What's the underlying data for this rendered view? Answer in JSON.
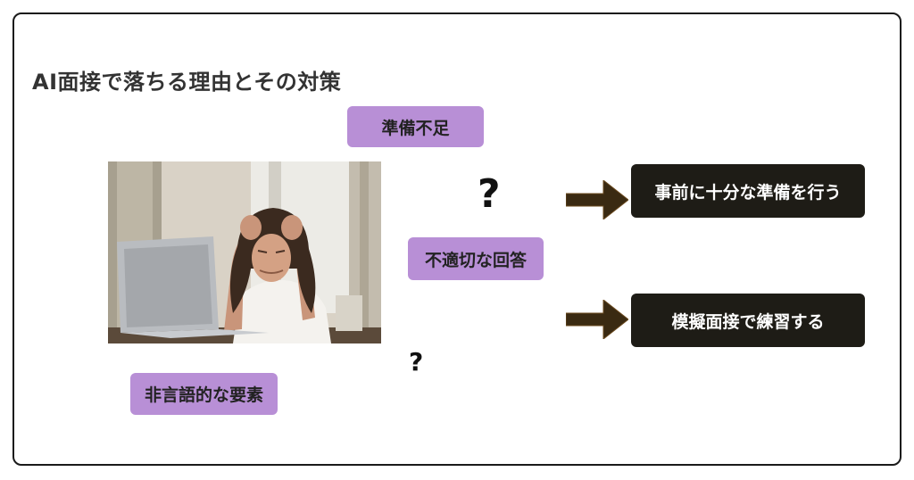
{
  "title": "AI面接で落ちる理由とその対策",
  "causes": [
    {
      "label": "準備不足"
    },
    {
      "label": "不適切な回答"
    },
    {
      "label": "非言語的な要素"
    }
  ],
  "solutions": [
    {
      "label": "事前に十分な準備を行う"
    },
    {
      "label": "模擬面接で練習する"
    }
  ],
  "question_mark": "?",
  "colors": {
    "cause_bg": "#b88fd6",
    "solution_bg": "#1e1c16",
    "arrow": "#3a2a12",
    "frame": "#1a1a1a"
  },
  "icons": {
    "arrow": "right-arrow-icon",
    "photo": "stressed-woman-at-laptop-photo"
  }
}
